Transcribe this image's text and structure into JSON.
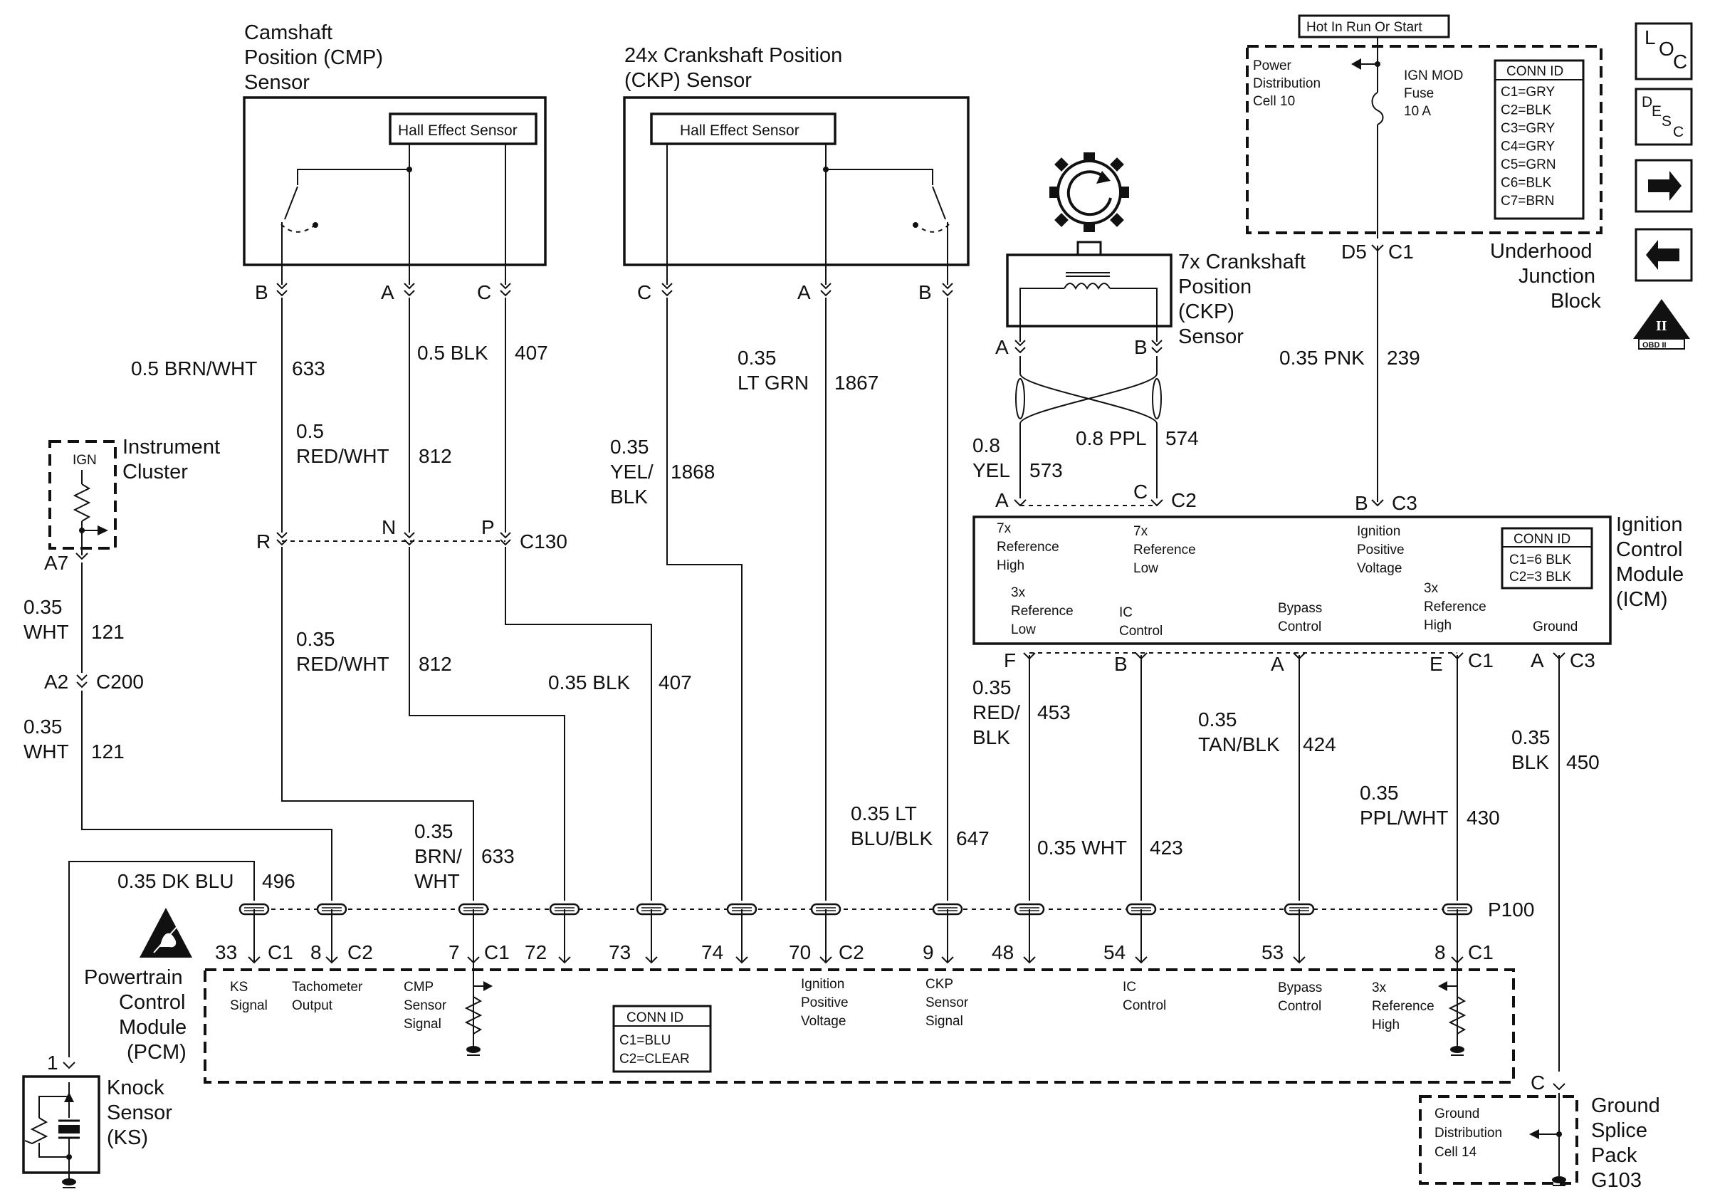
{
  "components": {
    "cmp_title": [
      "Camshaft",
      "Position (CMP)",
      "Sensor"
    ],
    "cmp_inner": "Hall Effect Sensor",
    "ckp24_title": [
      "24x Crankshaft Position",
      "(CKP) Sensor"
    ],
    "ckp24_inner": "Hall Effect Sensor",
    "ckp7_title": [
      "7x Crankshaft",
      "Position",
      "(CKP)",
      "Sensor"
    ],
    "ujb_top": "Hot In Run Or Start",
    "ujb_pdc": [
      "Power",
      "Distribution",
      "Cell 10"
    ],
    "ujb_fuse": [
      "IGN MOD",
      "Fuse",
      "10 A"
    ],
    "ujb_conn_title": "CONN ID",
    "ujb_conn": [
      "C1=GRY",
      "C2=BLK",
      "C3=GRY",
      "C4=GRY",
      "C5=GRN",
      "C6=BLK",
      "C7=BRN"
    ],
    "ujb_title": [
      "Underhood",
      "Junction",
      "Block"
    ],
    "ic_title": [
      "Instrument",
      "Cluster"
    ],
    "ic_inner": "IGN",
    "icm_title": [
      "Ignition",
      "Control",
      "Module",
      "(ICM)"
    ],
    "icm_conn_title": "CONN ID",
    "icm_conn": [
      "C1=6 BLK",
      "C2=3 BLK"
    ],
    "icm_labels": {
      "ref7_high": [
        "7x",
        "Reference",
        "High"
      ],
      "ref7_low": [
        "7x",
        "Reference",
        "Low"
      ],
      "ign_pos": [
        "Ignition",
        "Positive",
        "Voltage"
      ],
      "ref3_low": [
        "3x",
        "Reference",
        "Low"
      ],
      "ic_control": [
        "IC",
        "Control"
      ],
      "bypass": [
        "Bypass",
        "Control"
      ],
      "ref3_high": [
        "3x",
        "Reference",
        "High"
      ],
      "ground": "Ground"
    },
    "pcm_title": [
      "Powertrain",
      "Control",
      "Module",
      "(PCM)"
    ],
    "pcm_labels": {
      "ks": [
        "KS",
        "Signal"
      ],
      "tach": [
        "Tachometer",
        "Output"
      ],
      "cmp": [
        "CMP",
        "Sensor",
        "Signal"
      ],
      "ign": [
        "Ignition",
        "Positive",
        "Voltage"
      ],
      "ckp": [
        "CKP",
        "Sensor",
        "Signal"
      ],
      "ic": [
        "IC",
        "Control"
      ],
      "bypass": [
        "Bypass",
        "Control"
      ],
      "ref3": [
        "3x",
        "Reference",
        "High"
      ]
    },
    "pcm_conn_title": "CONN ID",
    "pcm_conn": [
      "C1=BLU",
      "C2=CLEAR"
    ],
    "ks_title": [
      "Knock",
      "Sensor",
      "(KS)"
    ],
    "gsp_inner": [
      "Ground",
      "Distribution",
      "Cell 14"
    ],
    "gsp_title": [
      "Ground",
      "Splice",
      "Pack",
      "G103"
    ]
  },
  "nav_icons": {
    "loc": [
      "L",
      "O",
      "C"
    ],
    "desc": [
      "D",
      "E",
      "S",
      "C"
    ],
    "obd": [
      "II",
      "OBD II"
    ]
  },
  "pins": {
    "cmp_b": "B",
    "cmp_a": "A",
    "cmp_c": "C",
    "ckp24_c": "C",
    "ckp24_a": "A",
    "ckp24_b": "B",
    "ckp7_a": "A",
    "ckp7_b": "B",
    "ujb_d5": "D5",
    "ujb_c1": "C1",
    "c130_r": "R",
    "c130_n": "N",
    "c130_p": "P",
    "c130": "C130",
    "ic_a7": "A7",
    "c200_a2": "A2",
    "c200": "C200",
    "icm_a": "A",
    "icm_c": "C",
    "icm_c2": "C2",
    "icm_b": "B",
    "icm_c3": "C3",
    "icm_f": "F",
    "icm_b2": "B",
    "icm_a2": "A",
    "icm_e": "E",
    "icm_c1": "C1",
    "icm_a3": "A",
    "icm_c3b": "C3",
    "p100": "P100",
    "pcm_33": "33",
    "pcm_c1a": "C1",
    "pcm_8": "8",
    "pcm_c2a": "C2",
    "pcm_7": "7",
    "pcm_c1b": "C1",
    "pcm_72": "72",
    "pcm_73": "73",
    "pcm_74": "74",
    "pcm_70": "70",
    "pcm_c2b": "C2",
    "pcm_9": "9",
    "pcm_48": "48",
    "pcm_54": "54",
    "pcm_53": "53",
    "pcm_8b": "8",
    "pcm_c1c": "C1",
    "ks_1": "1",
    "gsp_c": "C"
  },
  "wires": {
    "w633a": [
      "0.5 BRN/WHT",
      "633"
    ],
    "w812a": [
      "0.5",
      "RED/WHT",
      "812"
    ],
    "w407a": [
      "0.5 BLK",
      "407"
    ],
    "w1867": [
      "0.35",
      "LT GRN",
      "1867"
    ],
    "w1868": [
      "0.35",
      "YEL/",
      "BLK",
      "1868"
    ],
    "w239": [
      "0.35 PNK",
      "239"
    ],
    "w573": [
      "0.8",
      "YEL",
      "573"
    ],
    "w574": [
      "0.8 PPL",
      "574"
    ],
    "w121a": [
      "0.35",
      "WHT",
      "121"
    ],
    "w121b": [
      "0.35",
      "WHT",
      "121"
    ],
    "w812b": [
      "0.35",
      "RED/WHT",
      "812"
    ],
    "w407b": [
      "0.35 BLK",
      "407"
    ],
    "w453": [
      "0.35",
      "RED/",
      "BLK",
      "453"
    ],
    "w424": [
      "0.35",
      "TAN/BLK",
      "424"
    ],
    "w450": [
      "0.35",
      "BLK",
      "450"
    ],
    "w430": [
      "0.35",
      "PPL/WHT",
      "430"
    ],
    "w647": [
      "0.35 LT",
      "BLU/BLK",
      "647"
    ],
    "w423": [
      "0.35 WHT",
      "423"
    ],
    "w633b": [
      "0.35",
      "BRN/",
      "WHT",
      "633"
    ],
    "w496": [
      "0.35 DK BLU",
      "496"
    ]
  }
}
